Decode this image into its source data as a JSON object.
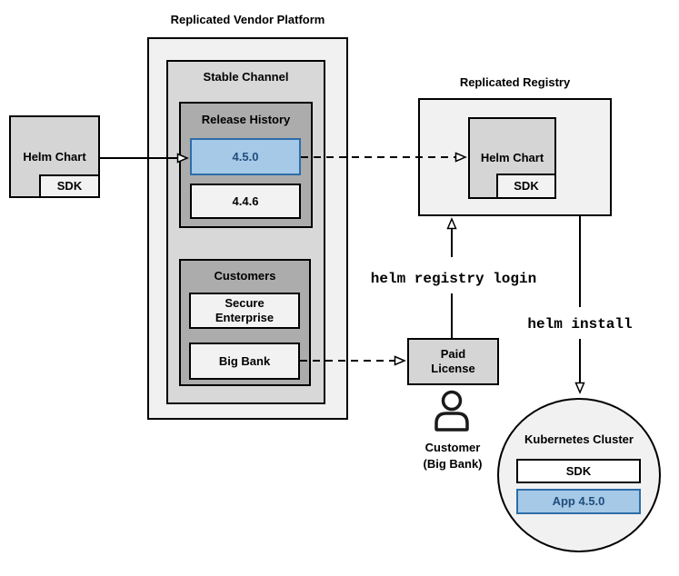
{
  "platform": {
    "title": "Replicated Vendor Platform",
    "stable_channel": {
      "label": "Stable Channel",
      "release_history": {
        "label": "Release History",
        "releases": [
          {
            "version": "4.5.0",
            "highlighted": true
          },
          {
            "version": "4.4.6",
            "highlighted": false
          }
        ]
      },
      "customers": {
        "label": "Customers",
        "items": [
          {
            "lines": [
              "Secure",
              "Enterprise"
            ]
          },
          {
            "lines": [
              "Big Bank",
              ""
            ]
          }
        ]
      }
    }
  },
  "helm_chart_source": {
    "label": "Helm Chart",
    "sdk_label": "SDK"
  },
  "registry": {
    "title": "Replicated Registry",
    "helm_chart": {
      "label": "Helm Chart",
      "sdk_label": "SDK"
    }
  },
  "paid_license": {
    "lines": [
      "Paid",
      "License"
    ]
  },
  "customer": {
    "icon": "person-icon",
    "lines": [
      "Customer",
      "(Big Bank)"
    ]
  },
  "commands": {
    "registry_login": "helm registry login",
    "install": "helm install"
  },
  "cluster": {
    "title": "Kubernetes Cluster",
    "sdk_label": "SDK",
    "app_label": "App 4.5.0"
  },
  "colors": {
    "highlight_fill": "#A6C9E8",
    "highlight_border": "#2E6DA8",
    "highlight_text": "#1F4E79",
    "box_gray": "#D5D5D5",
    "panel_light": "#F1F1F1",
    "panel_mid": "#D8D8D8",
    "panel_dark": "#ACACAC",
    "line": "#000000",
    "background": "#FFFFFF"
  }
}
